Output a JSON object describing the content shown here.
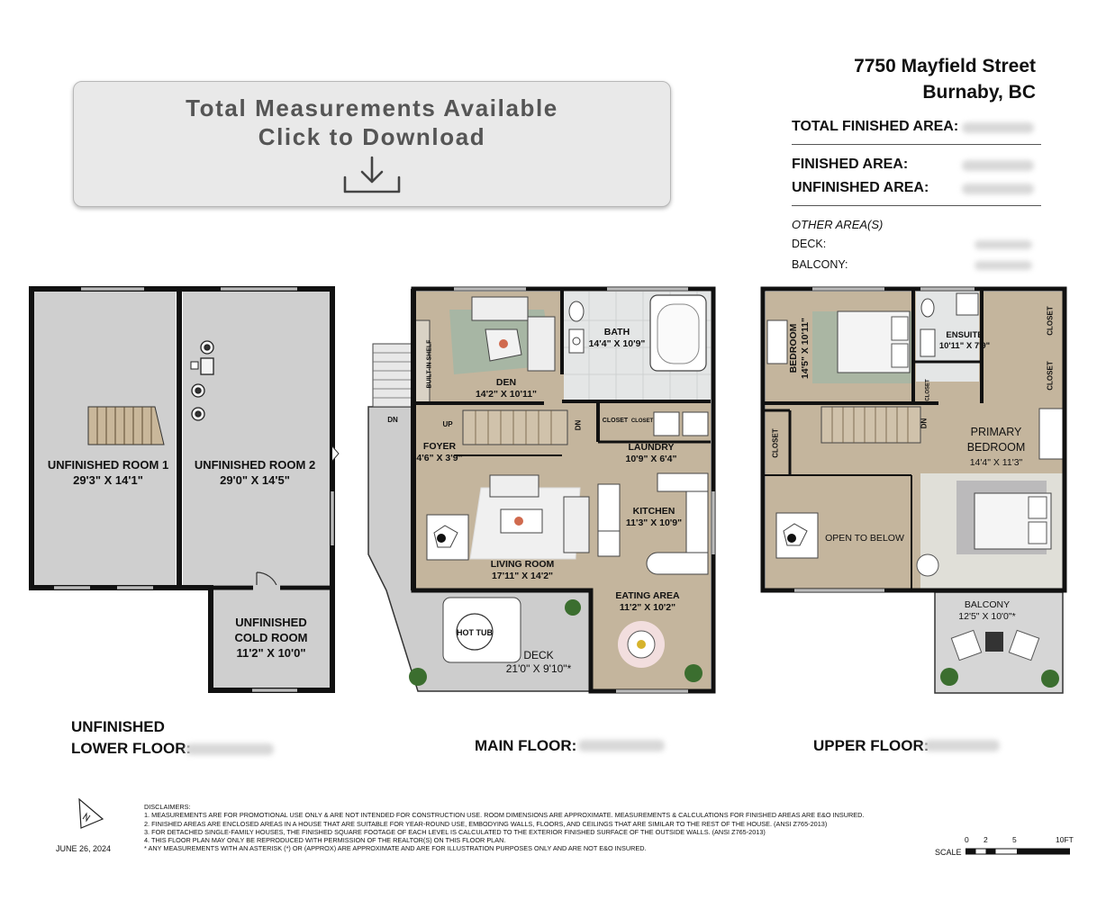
{
  "banner": {
    "line1": "Total Measurements Available",
    "line2": "Click to Download"
  },
  "header": {
    "address_line1": "7750 Mayfield Street",
    "address_line2": "Burnaby, BC",
    "total_finished_label": "TOTAL FINISHED AREA:",
    "finished_label": "FINISHED AREA:",
    "unfinished_label": "UNFINISHED AREA:",
    "other_areas_label": "OTHER AREA(S)",
    "deck_label": "DECK:",
    "balcony_label": "BALCONY:"
  },
  "lower_floor": {
    "caption_line1": "UNFINISHED",
    "caption_line2": "LOWER FLOOR:",
    "room1_name": "UNFINISHED ROOM 1",
    "room1_dims": "29'3\" X 14'1\"",
    "room2_name": "UNFINISHED ROOM 2",
    "room2_dims": "29'0\" X 14'5\"",
    "cold_name1": "UNFINISHED",
    "cold_name2": "COLD ROOM",
    "cold_dims": "11'2\" X 10'0\""
  },
  "main_floor": {
    "caption": "MAIN FLOOR:",
    "den_name": "DEN",
    "den_dims": "14'2\" X 10'11\"",
    "bath_name": "BATH",
    "bath_dims": "14'4\" X 10'9\"",
    "builtin_shelf": "BUILT-IN SHELF",
    "foyer_name": "FOYER",
    "foyer_dims": "4'6\" X 3'9\"",
    "closet1": "CLOSET",
    "closet2": "CLOSET",
    "laundry_name": "LAUNDRY",
    "laundry_dims": "10'9\" X 6'4\"",
    "kitchen_name": "KITCHEN",
    "kitchen_dims": "11'3\" X 10'9\"",
    "living_name": "LIVING ROOM",
    "living_dims": "17'11\" X 14'2\"",
    "eating_name": "EATING AREA",
    "eating_dims": "11'2\" X 10'2\"",
    "hot_tub": "HOT TUB",
    "deck_name": "DECK",
    "deck_dims": "21'0\" X 9'10\"*",
    "up": "UP",
    "dn1": "DN",
    "dn2": "DN"
  },
  "upper_floor": {
    "caption": "UPPER FLOOR:",
    "bedroom_name": "BEDROOM",
    "bedroom_dims": "14'5\" X 10'11\"",
    "ensuite_name": "ENSUITE",
    "ensuite_dims": "10'11\" X 7'9\"",
    "closet_a": "CLOSET",
    "closet_b": "CLOSET",
    "closet_c": "CLOSET",
    "closet_d": "CLOSET",
    "primary_name1": "PRIMARY",
    "primary_name2": "BEDROOM",
    "primary_dims": "14'4\" X 11'3\"",
    "open_below": "OPEN TO BELOW",
    "balcony_name": "BALCONY",
    "balcony_dims": "12'5\" X 10'0\"*",
    "dn": "DN"
  },
  "footer": {
    "date": "JUNE 26, 2024",
    "disclaimers_title": "DISCLAIMERS:",
    "disclaimers": [
      "1. MEASUREMENTS ARE FOR PROMOTIONAL USE ONLY & ARE NOT INTENDED FOR CONSTRUCTION USE. ROOM DIMENSIONS ARE APPROXIMATE. MEASUREMENTS & CALCULATIONS FOR FINISHED AREAS ARE E&O INSURED.",
      "2. FINISHED AREAS ARE ENCLOSED AREAS IN A HOUSE THAT ARE SUITABLE FOR YEAR-ROUND USE, EMBODYING WALLS, FLOORS, AND CEILINGS THAT ARE SIMILAR TO THE REST OF THE HOUSE. (ANSI Z765-2013)",
      "3. FOR DETACHED SINGLE-FAMILY HOUSES, THE FINISHED SQUARE FOOTAGE OF EACH LEVEL IS CALCULATED TO THE EXTERIOR FINISHED SURFACE OF THE OUTSIDE WALLS. (ANSI Z765-2013)",
      "4. THIS FLOOR PLAN MAY ONLY BE REPRODUCED WITH PERMISSION OF THE REALTOR(S) ON THIS FLOOR PLAN.",
      "* ANY MEASUREMENTS WITH AN ASTERISK (*) OR (APPROX) ARE APPROXIMATE AND ARE FOR ILLUSTRATION PURPOSES ONLY AND ARE NOT E&O INSURED."
    ],
    "scale_label": "SCALE",
    "scale_ticks": [
      "0",
      "2",
      "5",
      "10FT"
    ]
  }
}
